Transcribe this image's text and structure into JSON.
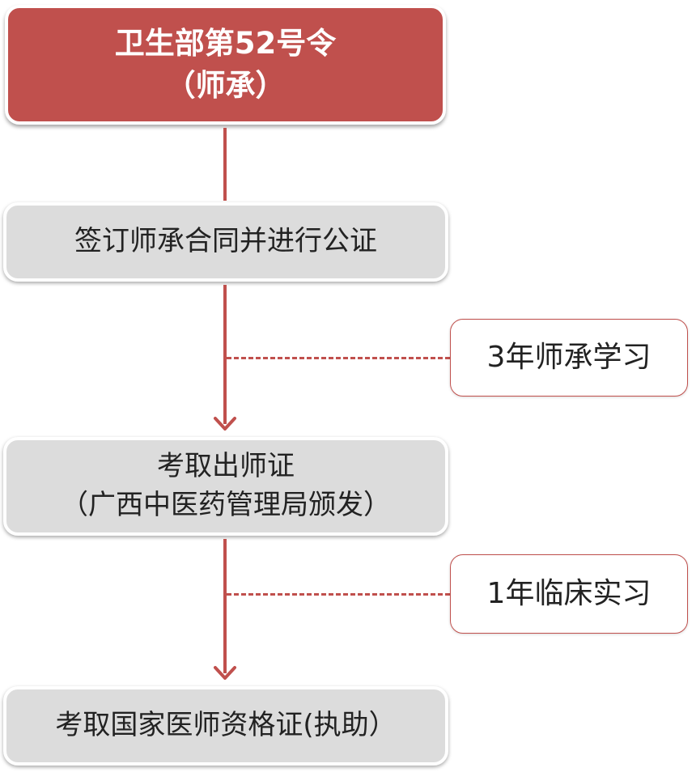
{
  "flow": {
    "title": {
      "line1": "卫生部第52号令",
      "line2": "（师承）"
    },
    "step1": "签订师承合同并进行公证",
    "note1": "3年师承学习",
    "step2": {
      "line1": "考取出师证",
      "line2": "（广西中医药管理局颁发）"
    },
    "note2": "1年临床实习",
    "step3": "考取国家医师资格证(执助）"
  },
  "colors": {
    "accent": "#c0504d",
    "step_fill": "#dcdcdc"
  }
}
